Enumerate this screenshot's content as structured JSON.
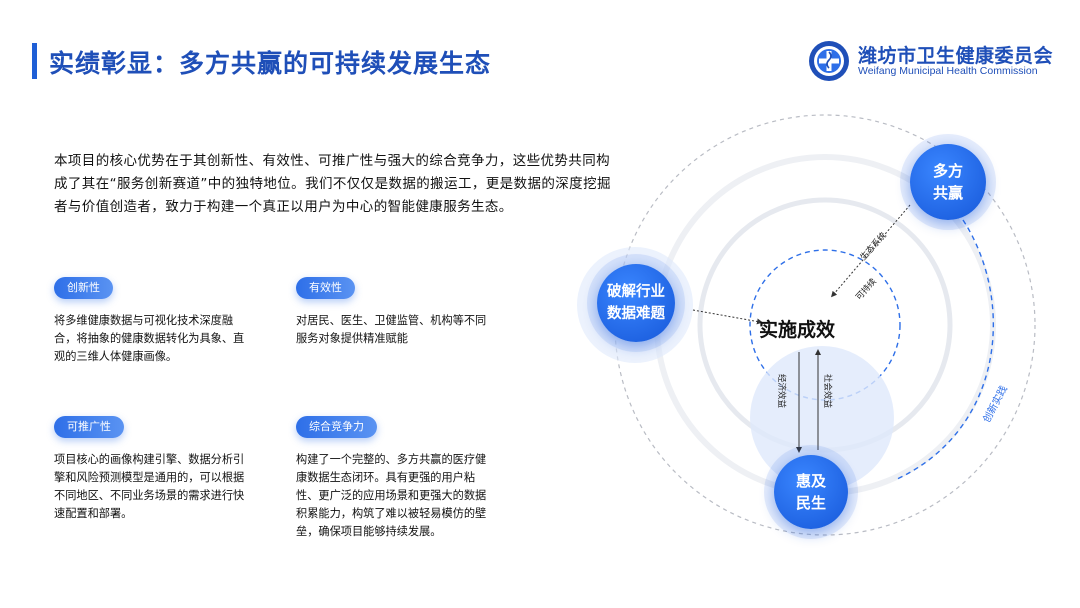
{
  "header": {
    "title": "实绩彰显：多方共赢的可持续发展生态",
    "org_cn": "潍坊市卫生健康委员会",
    "org_en": "Weifang Municipal Health Commission"
  },
  "intro": "本项目的核心优势在于其创新性、有效性、可推广性与强大的综合竞争力，这些优势共同构成了其在“服务创新赛道”中的独特地位。我们不仅仅是数据的搬运工，更是数据的深度挖掘者与价值创造者，致力于构建一个真正以用户为中心的智能健康服务生态。",
  "features": [
    {
      "tag": "创新性",
      "text": "将多维健康数据与可视化技术深度融合，将抽象的健康数据转化为具象、直观的三维人体健康画像。"
    },
    {
      "tag": "有效性",
      "text": "对居民、医生、卫健监管、机构等不同服务对象提供精准赋能"
    },
    {
      "tag": "可推广性",
      "text": "项目核心的画像构建引擎、数据分析引擎和风险预测模型是通用的，可以根据不同地区、不同业务场景的需求进行快速配置和部署。"
    },
    {
      "tag": "综合竞争力",
      "text": "构建了一个完整的、多方共赢的医疗健康数据生态闭环。具有更强的用户粘性、更广泛的应用场景和更强大的数据积累能力，构筑了难以被轻易模仿的壁垒，确保项目能够持续发展。"
    }
  ],
  "diagram": {
    "center": "实施成效",
    "node_top_right": "多方共赢",
    "node_left": "破解行业数据难题",
    "node_bottom": "惠及民生",
    "label_ecosystem": "生态系统",
    "label_sustainable": "可持续",
    "label_economic": "经济效益",
    "label_social": "社会效益",
    "label_innovation": "创新实践"
  },
  "colors": {
    "primary": "#1f4fb8",
    "accent": "#2e6fe8"
  }
}
